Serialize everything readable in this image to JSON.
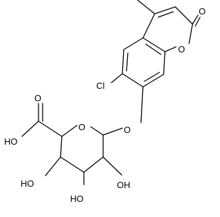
{
  "molecule": {
    "labels": {
      "carbonyl_oxygen": "O",
      "ring_oxygen_coumarin": "O",
      "chlorine": "Cl",
      "ether_oxygen": "O",
      "ring_oxygen_sugar": "O",
      "acid_carbonyl_oxygen": "O",
      "acid_hydroxyl": "HO",
      "hydroxyl_left": "HO",
      "hydroxyl_bottom": "HO",
      "hydroxyl_right": "OH"
    },
    "colors": {
      "bond": "#000000",
      "text": "#000000",
      "background": "#ffffff"
    }
  }
}
